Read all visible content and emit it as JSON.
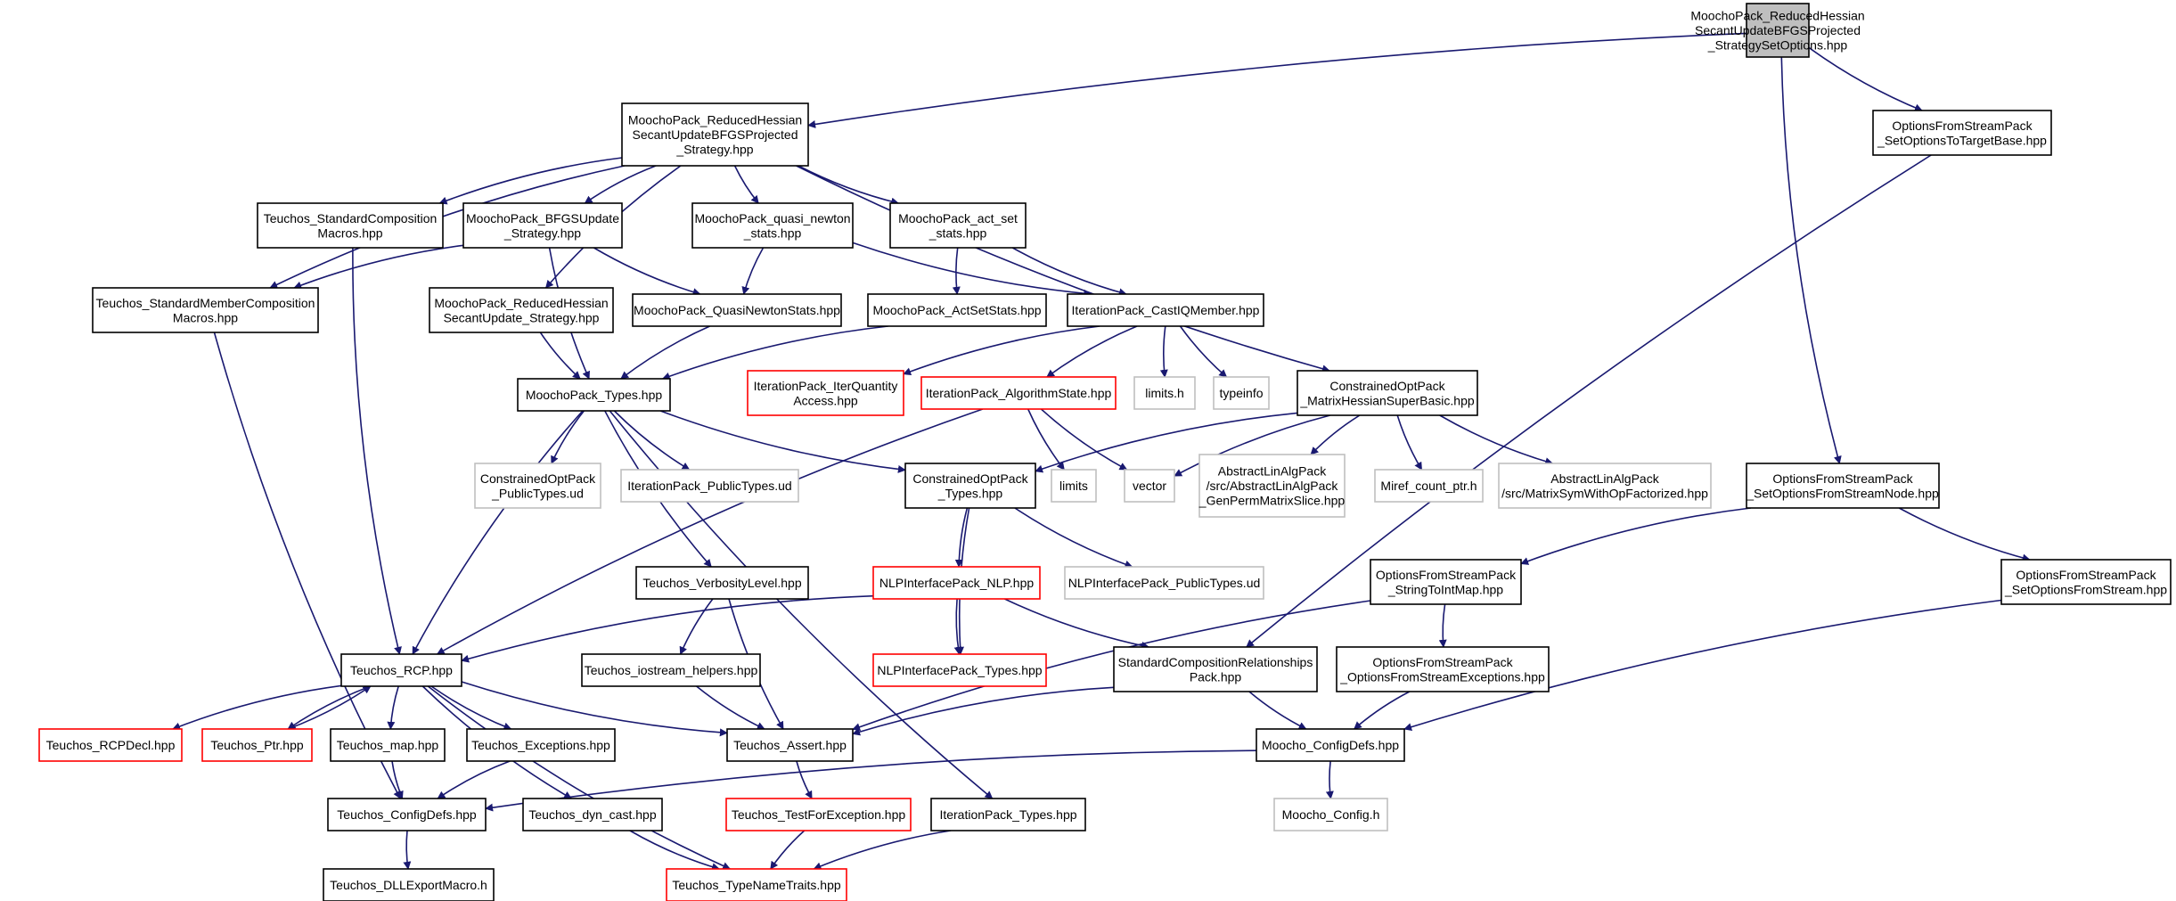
{
  "colors": {
    "edge": "#191970",
    "root_fill": "#bfbfbf",
    "solid_border": "#000000",
    "truncated_border": "#ff0000",
    "external_border": "#bfbfbf"
  },
  "nodes": [
    {
      "id": "root",
      "lines": [
        "MoochoPack_ReducedHessian",
        "SecantUpdateBFGSProjected",
        "_StrategySetOptions.hpp"
      ],
      "kind": "root"
    },
    {
      "id": "bfgsproj",
      "lines": [
        "MoochoPack_ReducedHessian",
        "SecantUpdateBFGSProjected",
        "_Strategy.hpp"
      ],
      "kind": "solid"
    },
    {
      "id": "ofs_target",
      "lines": [
        "OptionsFromStreamPack",
        "_SetOptionsToTargetBase.hpp"
      ],
      "kind": "solid"
    },
    {
      "id": "std_comp",
      "lines": [
        "Teuchos_StandardComposition",
        "Macros.hpp"
      ],
      "kind": "solid"
    },
    {
      "id": "bfgsupd",
      "lines": [
        "MoochoPack_BFGSUpdate",
        "_Strategy.hpp"
      ],
      "kind": "solid"
    },
    {
      "id": "qn_stats",
      "lines": [
        "MoochoPack_quasi_newton",
        "_stats.hpp"
      ],
      "kind": "solid"
    },
    {
      "id": "act_set",
      "lines": [
        "MoochoPack_act_set",
        "_stats.hpp"
      ],
      "kind": "solid"
    },
    {
      "id": "std_member",
      "lines": [
        "Teuchos_StandardMemberComposition",
        "Macros.hpp"
      ],
      "kind": "solid"
    },
    {
      "id": "rhsu",
      "lines": [
        "MoochoPack_ReducedHessian",
        "SecantUpdate_Strategy.hpp"
      ],
      "kind": "solid"
    },
    {
      "id": "qnstats",
      "lines": [
        "MoochoPack_QuasiNewtonStats.hpp"
      ],
      "kind": "solid"
    },
    {
      "id": "actsetstats",
      "lines": [
        "MoochoPack_ActSetStats.hpp"
      ],
      "kind": "solid"
    },
    {
      "id": "castiq",
      "lines": [
        "IterationPack_CastIQMember.hpp"
      ],
      "kind": "solid"
    },
    {
      "id": "iterqa",
      "lines": [
        "IterationPack_IterQuantity",
        "Access.hpp"
      ],
      "kind": "truncated"
    },
    {
      "id": "algstate",
      "lines": [
        "IterationPack_AlgorithmState.hpp"
      ],
      "kind": "truncated"
    },
    {
      "id": "limitsh",
      "lines": [
        "limits.h"
      ],
      "kind": "external"
    },
    {
      "id": "typeinfo",
      "lines": [
        "typeinfo"
      ],
      "kind": "external"
    },
    {
      "id": "cohsb",
      "lines": [
        "ConstrainedOptPack",
        "_MatrixHessianSuperBasic.hpp"
      ],
      "kind": "solid"
    },
    {
      "id": "mtypes",
      "lines": [
        "MoochoPack_Types.hpp"
      ],
      "kind": "solid"
    },
    {
      "id": "copubud",
      "lines": [
        "ConstrainedOptPack",
        "_PublicTypes.ud"
      ],
      "kind": "external"
    },
    {
      "id": "itpubud",
      "lines": [
        "IterationPack_PublicTypes.ud"
      ],
      "kind": "external"
    },
    {
      "id": "limits",
      "lines": [
        "limits"
      ],
      "kind": "external"
    },
    {
      "id": "cotypes",
      "lines": [
        "ConstrainedOptPack",
        "_Types.hpp"
      ],
      "kind": "solid"
    },
    {
      "id": "vector",
      "lines": [
        "vector"
      ],
      "kind": "external"
    },
    {
      "id": "genperm",
      "lines": [
        "AbstractLinAlgPack",
        "/src/AbstractLinAlgPack",
        "_GenPermMatrixSlice.hpp"
      ],
      "kind": "external"
    },
    {
      "id": "miref",
      "lines": [
        "Miref_count_ptr.h"
      ],
      "kind": "external"
    },
    {
      "id": "matsym",
      "lines": [
        "AbstractLinAlgPack",
        "/src/MatrixSymWithOpFactorized.hpp"
      ],
      "kind": "external"
    },
    {
      "id": "ofs_node",
      "lines": [
        "OptionsFromStreamPack",
        "_SetOptionsFromStreamNode.hpp"
      ],
      "kind": "solid"
    },
    {
      "id": "verbosity",
      "lines": [
        "Teuchos_VerbosityLevel.hpp"
      ],
      "kind": "solid"
    },
    {
      "id": "nlp",
      "lines": [
        "NLPInterfacePack_NLP.hpp"
      ],
      "kind": "truncated"
    },
    {
      "id": "nlppubud",
      "lines": [
        "NLPInterfacePack_PublicTypes.ud"
      ],
      "kind": "external"
    },
    {
      "id": "strtoint",
      "lines": [
        "OptionsFromStreamPack",
        "_StringToIntMap.hpp"
      ],
      "kind": "solid"
    },
    {
      "id": "ofs_stream",
      "lines": [
        "OptionsFromStreamPack",
        "_SetOptionsFromStream.hpp"
      ],
      "kind": "solid"
    },
    {
      "id": "rcp",
      "lines": [
        "Teuchos_RCP.hpp"
      ],
      "kind": "solid"
    },
    {
      "id": "iohelp",
      "lines": [
        "Teuchos_iostream_helpers.hpp"
      ],
      "kind": "solid"
    },
    {
      "id": "nlptypes",
      "lines": [
        "NLPInterfacePack_Types.hpp"
      ],
      "kind": "truncated"
    },
    {
      "id": "stdcomprel",
      "lines": [
        "StandardCompositionRelationships",
        "Pack.hpp"
      ],
      "kind": "solid"
    },
    {
      "id": "ofsexc",
      "lines": [
        "OptionsFromStreamPack",
        "_OptionsFromStreamExceptions.hpp"
      ],
      "kind": "solid"
    },
    {
      "id": "rcpdecl",
      "lines": [
        "Teuchos_RCPDecl.hpp"
      ],
      "kind": "truncated"
    },
    {
      "id": "ptr",
      "lines": [
        "Teuchos_Ptr.hpp"
      ],
      "kind": "truncated"
    },
    {
      "id": "map",
      "lines": [
        "Teuchos_map.hpp"
      ],
      "kind": "solid"
    },
    {
      "id": "exceptions",
      "lines": [
        "Teuchos_Exceptions.hpp"
      ],
      "kind": "solid"
    },
    {
      "id": "assert",
      "lines": [
        "Teuchos_Assert.hpp"
      ],
      "kind": "solid"
    },
    {
      "id": "mconfigdefs",
      "lines": [
        "Moocho_ConfigDefs.hpp"
      ],
      "kind": "solid"
    },
    {
      "id": "tconfigdefs",
      "lines": [
        "Teuchos_ConfigDefs.hpp"
      ],
      "kind": "solid"
    },
    {
      "id": "dyncast",
      "lines": [
        "Teuchos_dyn_cast.hpp"
      ],
      "kind": "solid"
    },
    {
      "id": "testforexc",
      "lines": [
        "Teuchos_TestForException.hpp"
      ],
      "kind": "truncated"
    },
    {
      "id": "ittypes",
      "lines": [
        "IterationPack_Types.hpp"
      ],
      "kind": "solid"
    },
    {
      "id": "mconfigh",
      "lines": [
        "Moocho_Config.h"
      ],
      "kind": "external"
    },
    {
      "id": "dllexport",
      "lines": [
        "Teuchos_DLLExportMacro.h"
      ],
      "kind": "solid"
    },
    {
      "id": "typename",
      "lines": [
        "Teuchos_TypeNameTraits.hpp"
      ],
      "kind": "truncated"
    }
  ],
  "edges": [
    [
      "root",
      "bfgsproj"
    ],
    [
      "root",
      "ofs_target"
    ],
    [
      "root",
      "ofs_node"
    ],
    [
      "bfgsproj",
      "std_member"
    ],
    [
      "bfgsproj",
      "std_comp"
    ],
    [
      "bfgsproj",
      "bfgsupd"
    ],
    [
      "bfgsproj",
      "rhsu"
    ],
    [
      "bfgsproj",
      "qn_stats"
    ],
    [
      "bfgsproj",
      "act_set"
    ],
    [
      "bfgsproj",
      "cohsb"
    ],
    [
      "ofs_target",
      "stdcomprel"
    ],
    [
      "std_comp",
      "rcp"
    ],
    [
      "bfgsupd",
      "std_member"
    ],
    [
      "bfgsupd",
      "mtypes"
    ],
    [
      "bfgsupd",
      "qnstats"
    ],
    [
      "qn_stats",
      "qnstats"
    ],
    [
      "qn_stats",
      "castiq"
    ],
    [
      "act_set",
      "actsetstats"
    ],
    [
      "act_set",
      "castiq"
    ],
    [
      "std_member",
      "tconfigdefs"
    ],
    [
      "rhsu",
      "mtypes"
    ],
    [
      "qnstats",
      "mtypes"
    ],
    [
      "actsetstats",
      "mtypes"
    ],
    [
      "castiq",
      "iterqa"
    ],
    [
      "castiq",
      "algstate"
    ],
    [
      "castiq",
      "limitsh"
    ],
    [
      "castiq",
      "typeinfo"
    ],
    [
      "algstate",
      "limits"
    ],
    [
      "algstate",
      "vector"
    ],
    [
      "algstate",
      "rcp"
    ],
    [
      "cohsb",
      "cotypes"
    ],
    [
      "cohsb",
      "vector"
    ],
    [
      "cohsb",
      "genperm"
    ],
    [
      "cohsb",
      "miref"
    ],
    [
      "cohsb",
      "matsym"
    ],
    [
      "mtypes",
      "copubud"
    ],
    [
      "mtypes",
      "itpubud"
    ],
    [
      "mtypes",
      "cotypes"
    ],
    [
      "mtypes",
      "verbosity"
    ],
    [
      "mtypes",
      "rcp"
    ],
    [
      "mtypes",
      "ittypes"
    ],
    [
      "cotypes",
      "nlp"
    ],
    [
      "cotypes",
      "nlppubud"
    ],
    [
      "cotypes",
      "nlptypes"
    ],
    [
      "ofs_node",
      "strtoint"
    ],
    [
      "ofs_node",
      "ofs_stream"
    ],
    [
      "verbosity",
      "iohelp"
    ],
    [
      "verbosity",
      "assert"
    ],
    [
      "nlp",
      "rcp"
    ],
    [
      "nlp",
      "nlptypes"
    ],
    [
      "nlp",
      "stdcomprel"
    ],
    [
      "strtoint",
      "ofsexc"
    ],
    [
      "strtoint",
      "assert"
    ],
    [
      "ofs_stream",
      "mconfigdefs"
    ],
    [
      "rcp",
      "rcpdecl"
    ],
    [
      "rcp",
      "ptr"
    ],
    [
      "rcp",
      "map"
    ],
    [
      "rcp",
      "exceptions"
    ],
    [
      "rcp",
      "assert"
    ],
    [
      "rcp",
      "dyncast"
    ],
    [
      "rcp",
      "typename"
    ],
    [
      "ptr",
      "rcp"
    ],
    [
      "iohelp",
      "assert"
    ],
    [
      "stdcomprel",
      "assert"
    ],
    [
      "stdcomprel",
      "mconfigdefs"
    ],
    [
      "ofsexc",
      "mconfigdefs"
    ],
    [
      "map",
      "tconfigdefs"
    ],
    [
      "exceptions",
      "tconfigdefs"
    ],
    [
      "assert",
      "testforexc"
    ],
    [
      "mconfigdefs",
      "mconfigh"
    ],
    [
      "mconfigdefs",
      "tconfigdefs"
    ],
    [
      "tconfigdefs",
      "dllexport"
    ],
    [
      "dyncast",
      "typename"
    ],
    [
      "testforexc",
      "typename"
    ],
    [
      "ittypes",
      "typename"
    ]
  ]
}
